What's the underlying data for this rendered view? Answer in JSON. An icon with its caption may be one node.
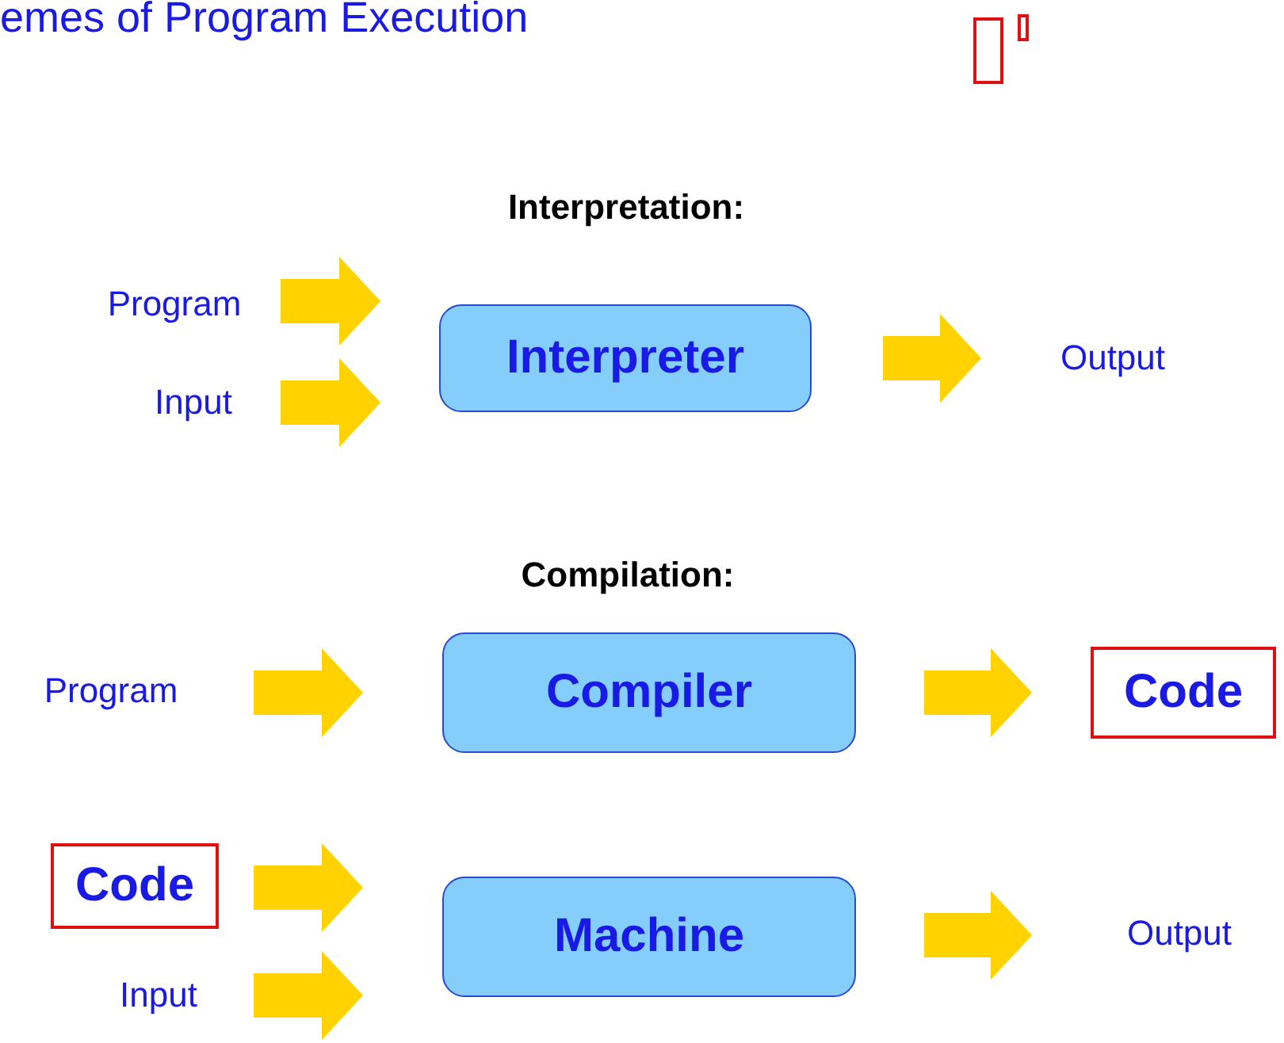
{
  "diagram": {
    "title": "emes of Program Execution",
    "nodes": [
      {
        "text": [
          "Program"
        ]
      },
      {
        "text": [
          "Input"
        ]
      },
      {
        "text": [
          "Interpreter"
        ]
      },
      {
        "text": [
          "Output"
        ]
      },
      {
        "text": [
          "Program"
        ]
      },
      {
        "text": [
          "Compiler"
        ]
      },
      {
        "text": [
          "Code"
        ]
      },
      {
        "text": [
          "Code"
        ]
      },
      {
        "text": [
          "Input"
        ]
      },
      {
        "text": [
          "Machine"
        ]
      },
      {
        "text": [
          "Output"
        ]
      }
    ],
    "edges": [
      {
        "from": 0,
        "to": 2,
        "arrow": "to"
      },
      {
        "from": 1,
        "to": 2,
        "arrow": "to"
      },
      {
        "from": 2,
        "to": 3,
        "arrow": "to"
      },
      {
        "from": 4,
        "to": 5,
        "arrow": "to"
      },
      {
        "from": 5,
        "to": 6,
        "arrow": "to"
      },
      {
        "from": 7,
        "to": 9,
        "arrow": "to"
      },
      {
        "from": 8,
        "to": 9,
        "arrow": "to"
      },
      {
        "from": 9,
        "to": 10,
        "arrow": "to"
      }
    ],
    "labels": [
      "Interpretation:",
      "Compilation:"
    ]
  }
}
